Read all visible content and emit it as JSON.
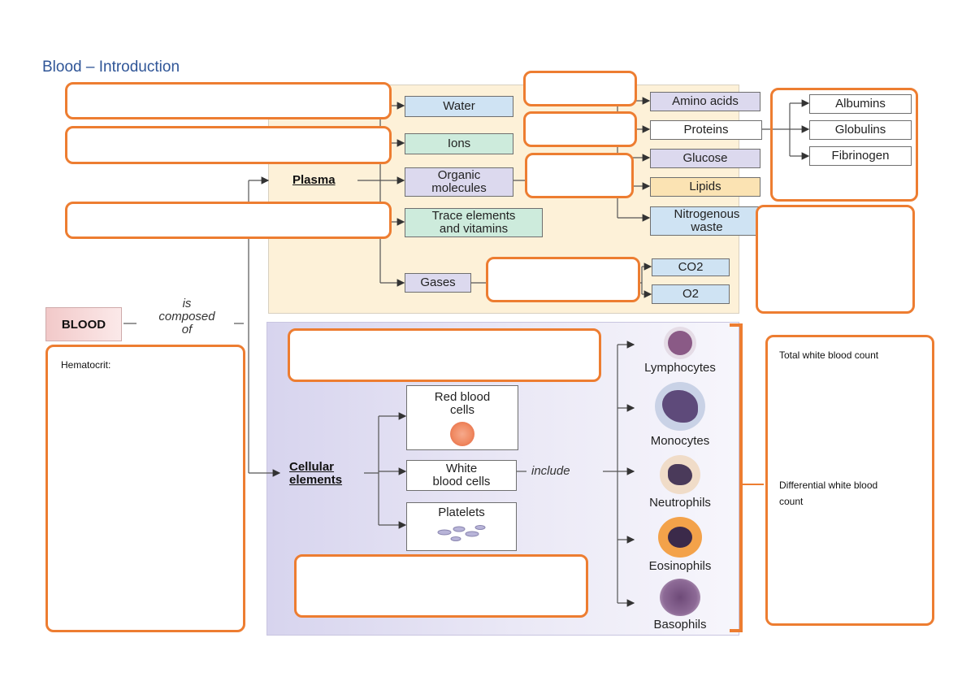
{
  "title": "Blood – Introduction",
  "blood": {
    "label": "BLOOD",
    "composed_of": [
      "is",
      "composed",
      "of"
    ]
  },
  "plasma": {
    "label": "Plasma",
    "components": {
      "water": "Water",
      "ions": "Ions",
      "organic_molecules": [
        "Organic",
        "molecules"
      ],
      "trace": [
        "Trace elements",
        "and vitamins"
      ],
      "gases": "Gases"
    },
    "organic": {
      "amino_acids": "Amino acids",
      "proteins": "Proteins",
      "glucose": "Glucose",
      "lipids": "Lipids",
      "nitrogenous_waste": [
        "Nitrogenous",
        "waste"
      ]
    },
    "proteins": {
      "albumins": "Albumins",
      "globulins": "Globulins",
      "fibrinogen": "Fibrinogen"
    },
    "gases": {
      "co2": "CO2",
      "o2": "O2"
    }
  },
  "cellular": {
    "label": [
      "Cellular",
      "elements"
    ],
    "rbc": [
      "Red blood",
      "cells"
    ],
    "wbc": [
      "White",
      "blood cells"
    ],
    "platelets": "Platelets",
    "include": "include",
    "types": {
      "lymphocytes": "Lymphocytes",
      "monocytes": "Monocytes",
      "neutrophils": "Neutrophils",
      "eosinophils": "Eosinophils",
      "basophils": "Basophils"
    }
  },
  "notes": {
    "hematocrit": "Hematocrit:",
    "total_wbc": "Total white blood count",
    "differential_wbc": [
      "Differential white blood",
      "count"
    ]
  },
  "colors": {
    "accent_orange": "#ed7d31",
    "title_blue": "#2f5597",
    "plasma_bg": "#fdf1d8",
    "cells_bg": "#d7d4ee"
  }
}
